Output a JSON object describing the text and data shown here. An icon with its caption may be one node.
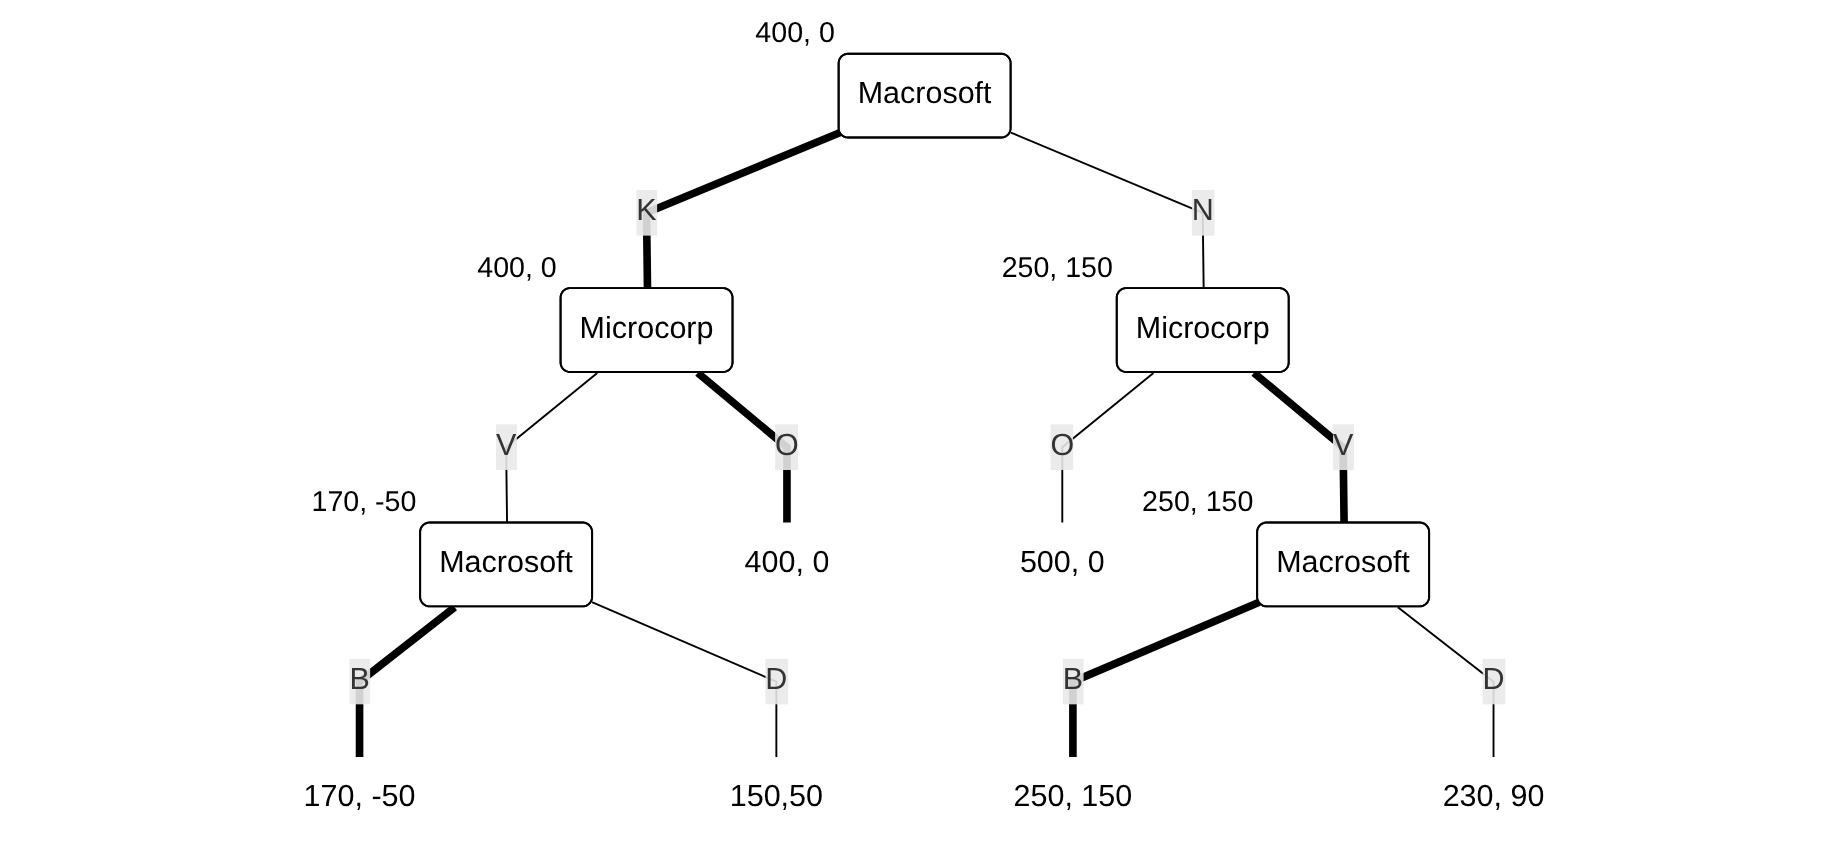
{
  "diagram": {
    "nodes": [
      {
        "text": [
          "Macrosoft"
        ],
        "beside": [
          "400, 0"
        ]
      },
      {
        "text": [
          "Microcorp"
        ],
        "beside": [
          "400, 0"
        ]
      },
      {
        "text": [
          "Microcorp"
        ],
        "beside": [
          "250, 150"
        ]
      },
      {
        "text": [
          "Macrosoft"
        ],
        "beside": [
          "170, -50"
        ]
      },
      {
        "text": [
          "400, 0"
        ]
      },
      {
        "text": [
          "500, 0"
        ]
      },
      {
        "text": [
          "Macrosoft"
        ],
        "beside": [
          "250, 150"
        ]
      },
      {
        "text": [
          "170, -50"
        ]
      },
      {
        "text": [
          "150,50"
        ]
      },
      {
        "text": [
          "250, 150"
        ]
      },
      {
        "text": [
          "230, 90"
        ]
      }
    ],
    "edges": [
      {
        "from": 0,
        "to": 1,
        "arrow": "none",
        "label": "K",
        "style": "thick"
      },
      {
        "from": 0,
        "to": 2,
        "arrow": "none",
        "label": "N"
      },
      {
        "from": 1,
        "to": 3,
        "arrow": "none",
        "label": "V"
      },
      {
        "from": 1,
        "to": 4,
        "arrow": "none",
        "label": "O",
        "style": "thick"
      },
      {
        "from": 2,
        "to": 5,
        "arrow": "none",
        "label": "O"
      },
      {
        "from": 2,
        "to": 6,
        "arrow": "none",
        "label": "V",
        "style": "thick"
      },
      {
        "from": 3,
        "to": 7,
        "arrow": "none",
        "label": "B",
        "style": "thick"
      },
      {
        "from": 3,
        "to": 8,
        "arrow": "none",
        "label": "D"
      },
      {
        "from": 6,
        "to": 9,
        "arrow": "none",
        "label": "B",
        "style": "thick"
      },
      {
        "from": 6,
        "to": 10,
        "arrow": "none",
        "label": "D"
      }
    ]
  }
}
